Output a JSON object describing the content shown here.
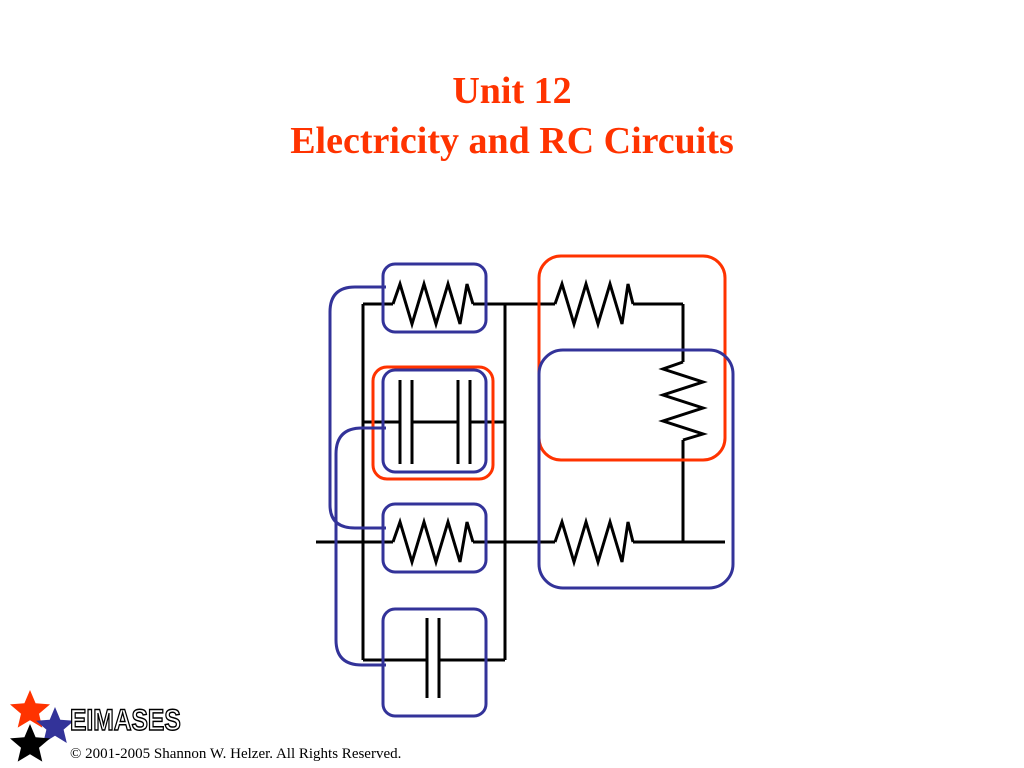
{
  "slide": {
    "title_line1": "Unit 12",
    "title_line2": "Electricity and RC Circuits"
  },
  "footer": {
    "logo_text": "EIMASES",
    "copyright": "© 2001-2005 Shannon W. Helzer.  All Rights Reserved."
  },
  "colors": {
    "title": "#ff3300",
    "blue_group": "#333399",
    "red_group": "#ff3300",
    "wire": "#000000"
  },
  "icons": {
    "logo_stars": [
      "red-star-icon",
      "blue-star-icon",
      "black-star-icon"
    ]
  }
}
